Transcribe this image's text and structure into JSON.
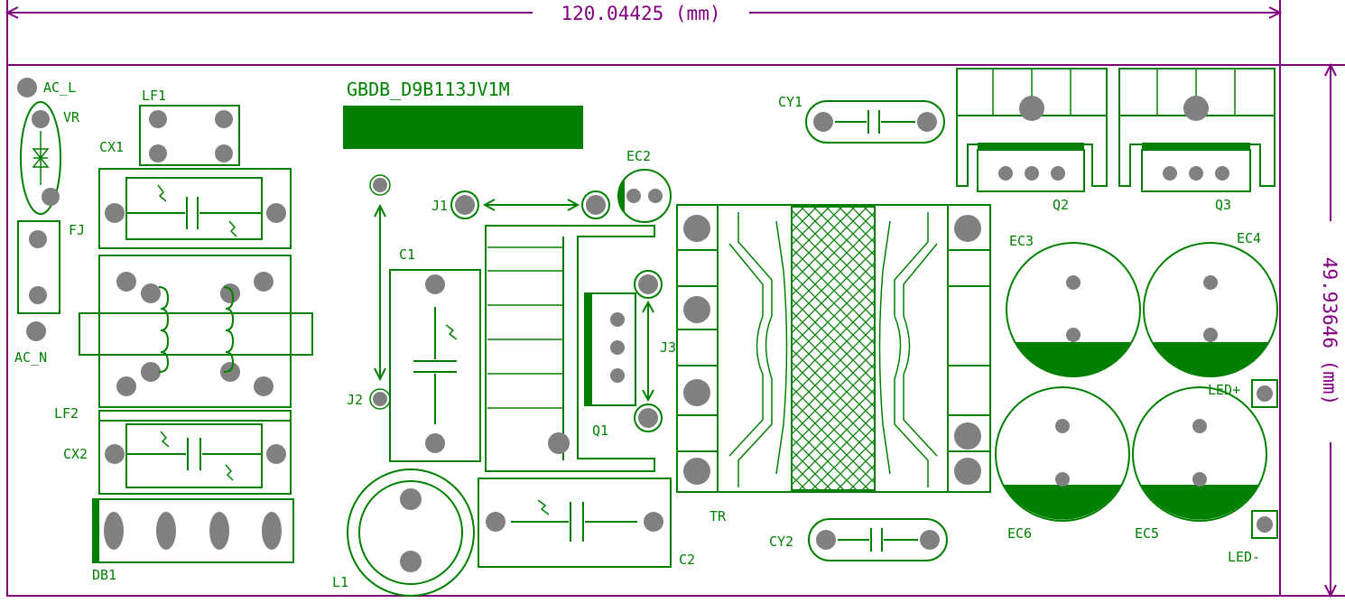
{
  "board": {
    "title": "GBDB_D9B113JV1M",
    "width_dimension": "120.04425 (mm)",
    "height_dimension": "49.93646 (mm)"
  },
  "components": {
    "AC_L": "AC_L",
    "VR": "VR",
    "LF1": "LF1",
    "CX1": "CX1",
    "FJ": "FJ",
    "AC_N": "AC_N",
    "LF2": "LF2",
    "CX2": "CX2",
    "DB1": "DB1",
    "EC2": "EC2",
    "J1": "J1",
    "C1": "C1",
    "J2": "J2",
    "J3": "J3",
    "Q1": "Q1",
    "L1": "L1",
    "C2": "C2",
    "TR": "TR",
    "CY1": "CY1",
    "CY2": "CY2",
    "Q2": "Q2",
    "Q3": "Q3",
    "EC3": "EC3",
    "EC4": "EC4",
    "EC5": "EC5",
    "EC6": "EC6",
    "LED_PLUS": "LED+",
    "LED_MINUS": "LED-"
  },
  "colors": {
    "silkscreen": "#008000",
    "dimension": "#800080",
    "pad": "#808080",
    "background": "#ffffff"
  }
}
